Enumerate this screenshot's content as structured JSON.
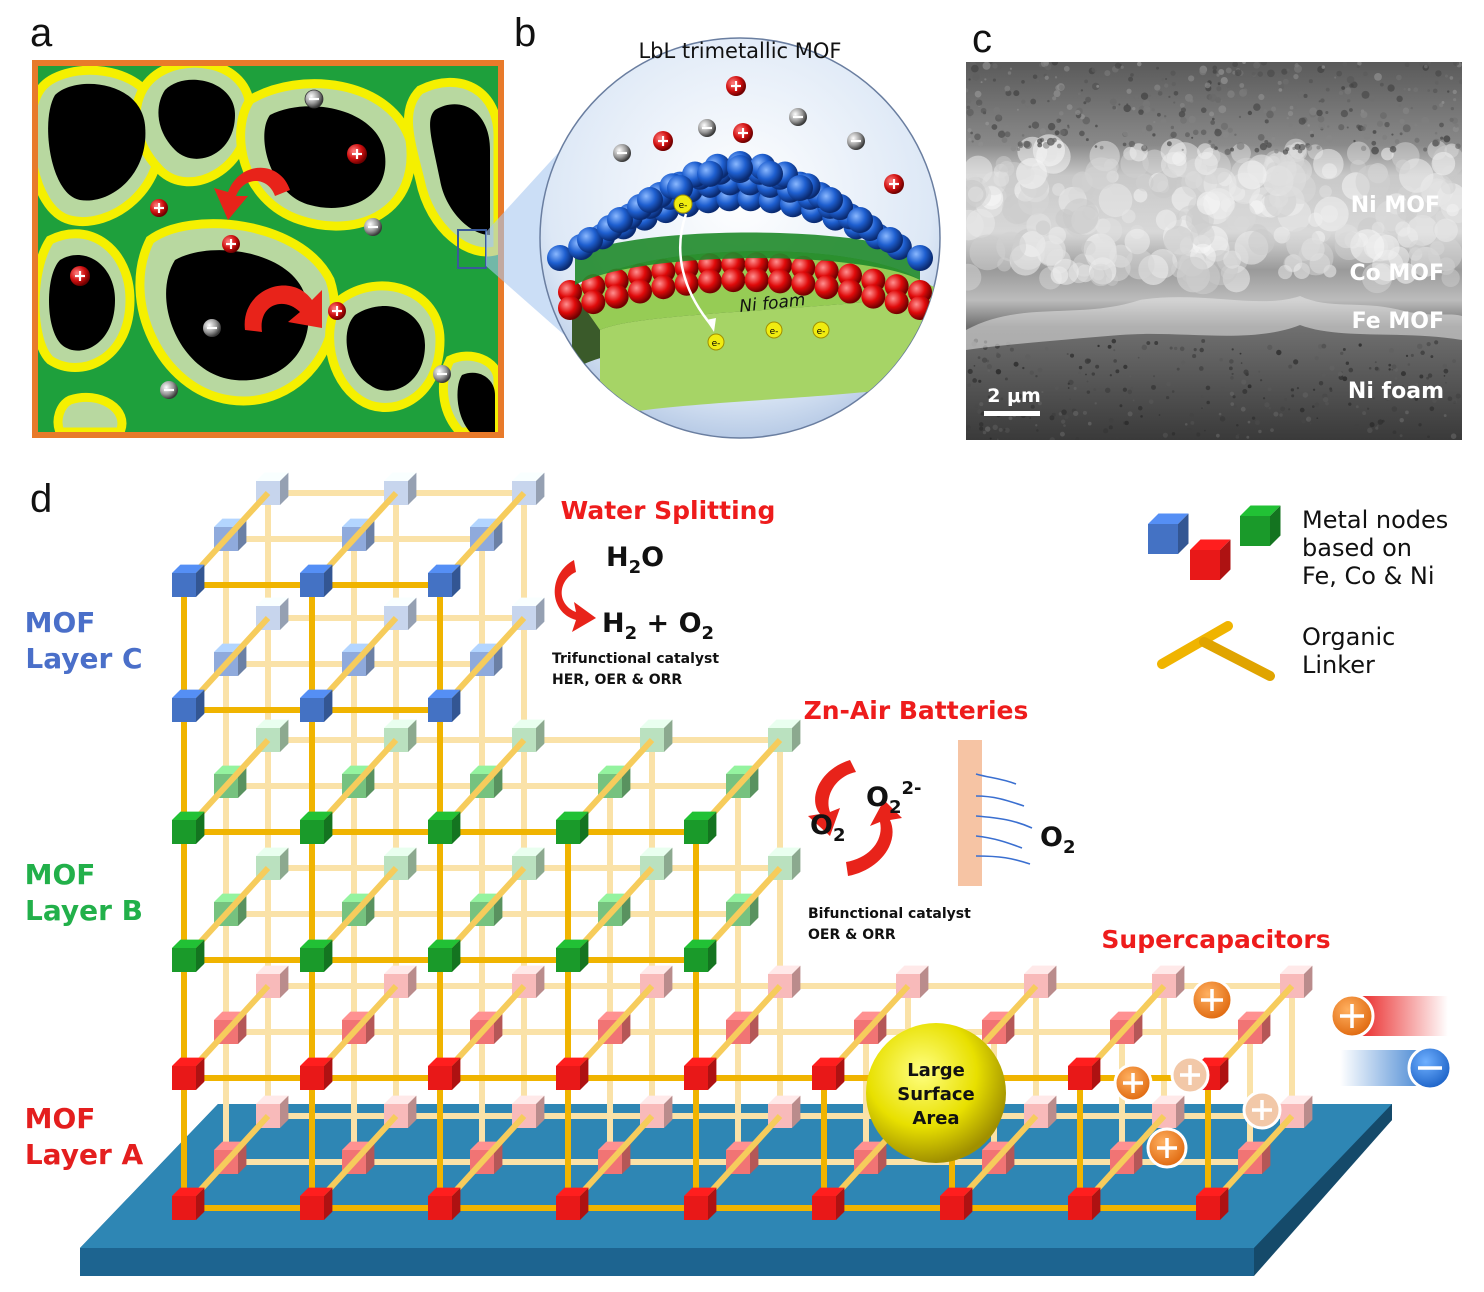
{
  "panels": {
    "a": "a",
    "b": "b",
    "c": "c",
    "d": "d"
  },
  "panel_b": {
    "title": "LbL trimetallic MOF",
    "foam_label": "Ni foam",
    "electron": "e-"
  },
  "panel_c": {
    "layers": [
      "Ni MOF",
      "Co MOF",
      "Fe MOF",
      "Ni foam"
    ],
    "scale_bar": "2 μm"
  },
  "panel_d": {
    "layers": {
      "c": {
        "line1": "MOF",
        "line2": "Layer C",
        "color": "#4a6fc9"
      },
      "b": {
        "line1": "MOF",
        "line2": "Layer B",
        "color": "#22b04a"
      },
      "a": {
        "line1": "MOF",
        "line2": "Layer A",
        "color": "#e41e1e"
      }
    },
    "water": {
      "title": "Water Splitting",
      "reactant": "H",
      "reactant_sub": "2",
      "reactant_tail": "O",
      "product1": "H",
      "product1_sub": "2",
      "plus": " + O",
      "product2_sub": "2",
      "caption1": "Trifunctional catalyst",
      "caption2": "HER, OER & ORR"
    },
    "znair": {
      "title": "Zn-Air Batteries",
      "o2_left": "O",
      "o2_left_sub": "2",
      "o2_ion": "O",
      "o2_ion_sub": "2",
      "o2_ion_sup": "2-",
      "o2_right": "O",
      "o2_right_sub": "2",
      "caption1": "Bifunctional catalyst",
      "caption2": "OER & ORR"
    },
    "supercap": {
      "title": "Supercapacitors"
    },
    "surface": {
      "line1": "Large",
      "line2": "Surface",
      "line3": "Area"
    },
    "legend": {
      "nodes_line1": "Metal nodes",
      "nodes_line2": "based on",
      "nodes_line3": "Fe, Co & Ni",
      "linker_line1": "Organic",
      "linker_line2": "Linker"
    },
    "colors": {
      "title_red": "#ee1c1c",
      "node_blue": "#4472c4",
      "node_red": "#e81818",
      "node_green": "#1a9a2a",
      "linker": "#f0b400",
      "base": "#2d7ea8"
    }
  }
}
